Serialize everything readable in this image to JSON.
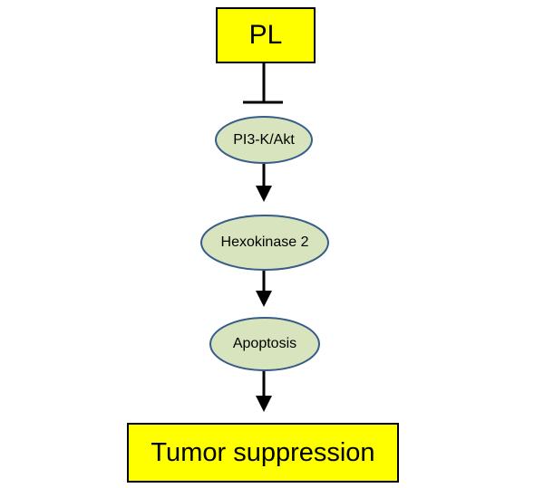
{
  "diagram": {
    "colors": {
      "box_fill": "#ffff00",
      "ellipse_fill": "#d7e4bd",
      "ellipse_stroke": "#385d8a",
      "arrow": "#000000"
    },
    "nodes": {
      "top_box": "PL",
      "pathway": "PI3-K/Akt",
      "enzyme": "Hexokinase 2",
      "process": "Apoptosis",
      "outcome": "Tumor suppression"
    },
    "edges": [
      {
        "from": "PL",
        "to": "PI3-K/Akt",
        "kind": "inhibition"
      },
      {
        "from": "PI3-K/Akt",
        "to": "Hexokinase 2",
        "kind": "activation"
      },
      {
        "from": "Hexokinase 2",
        "to": "Apoptosis",
        "kind": "activation"
      },
      {
        "from": "Apoptosis",
        "to": "Tumor suppression",
        "kind": "activation"
      }
    ]
  }
}
